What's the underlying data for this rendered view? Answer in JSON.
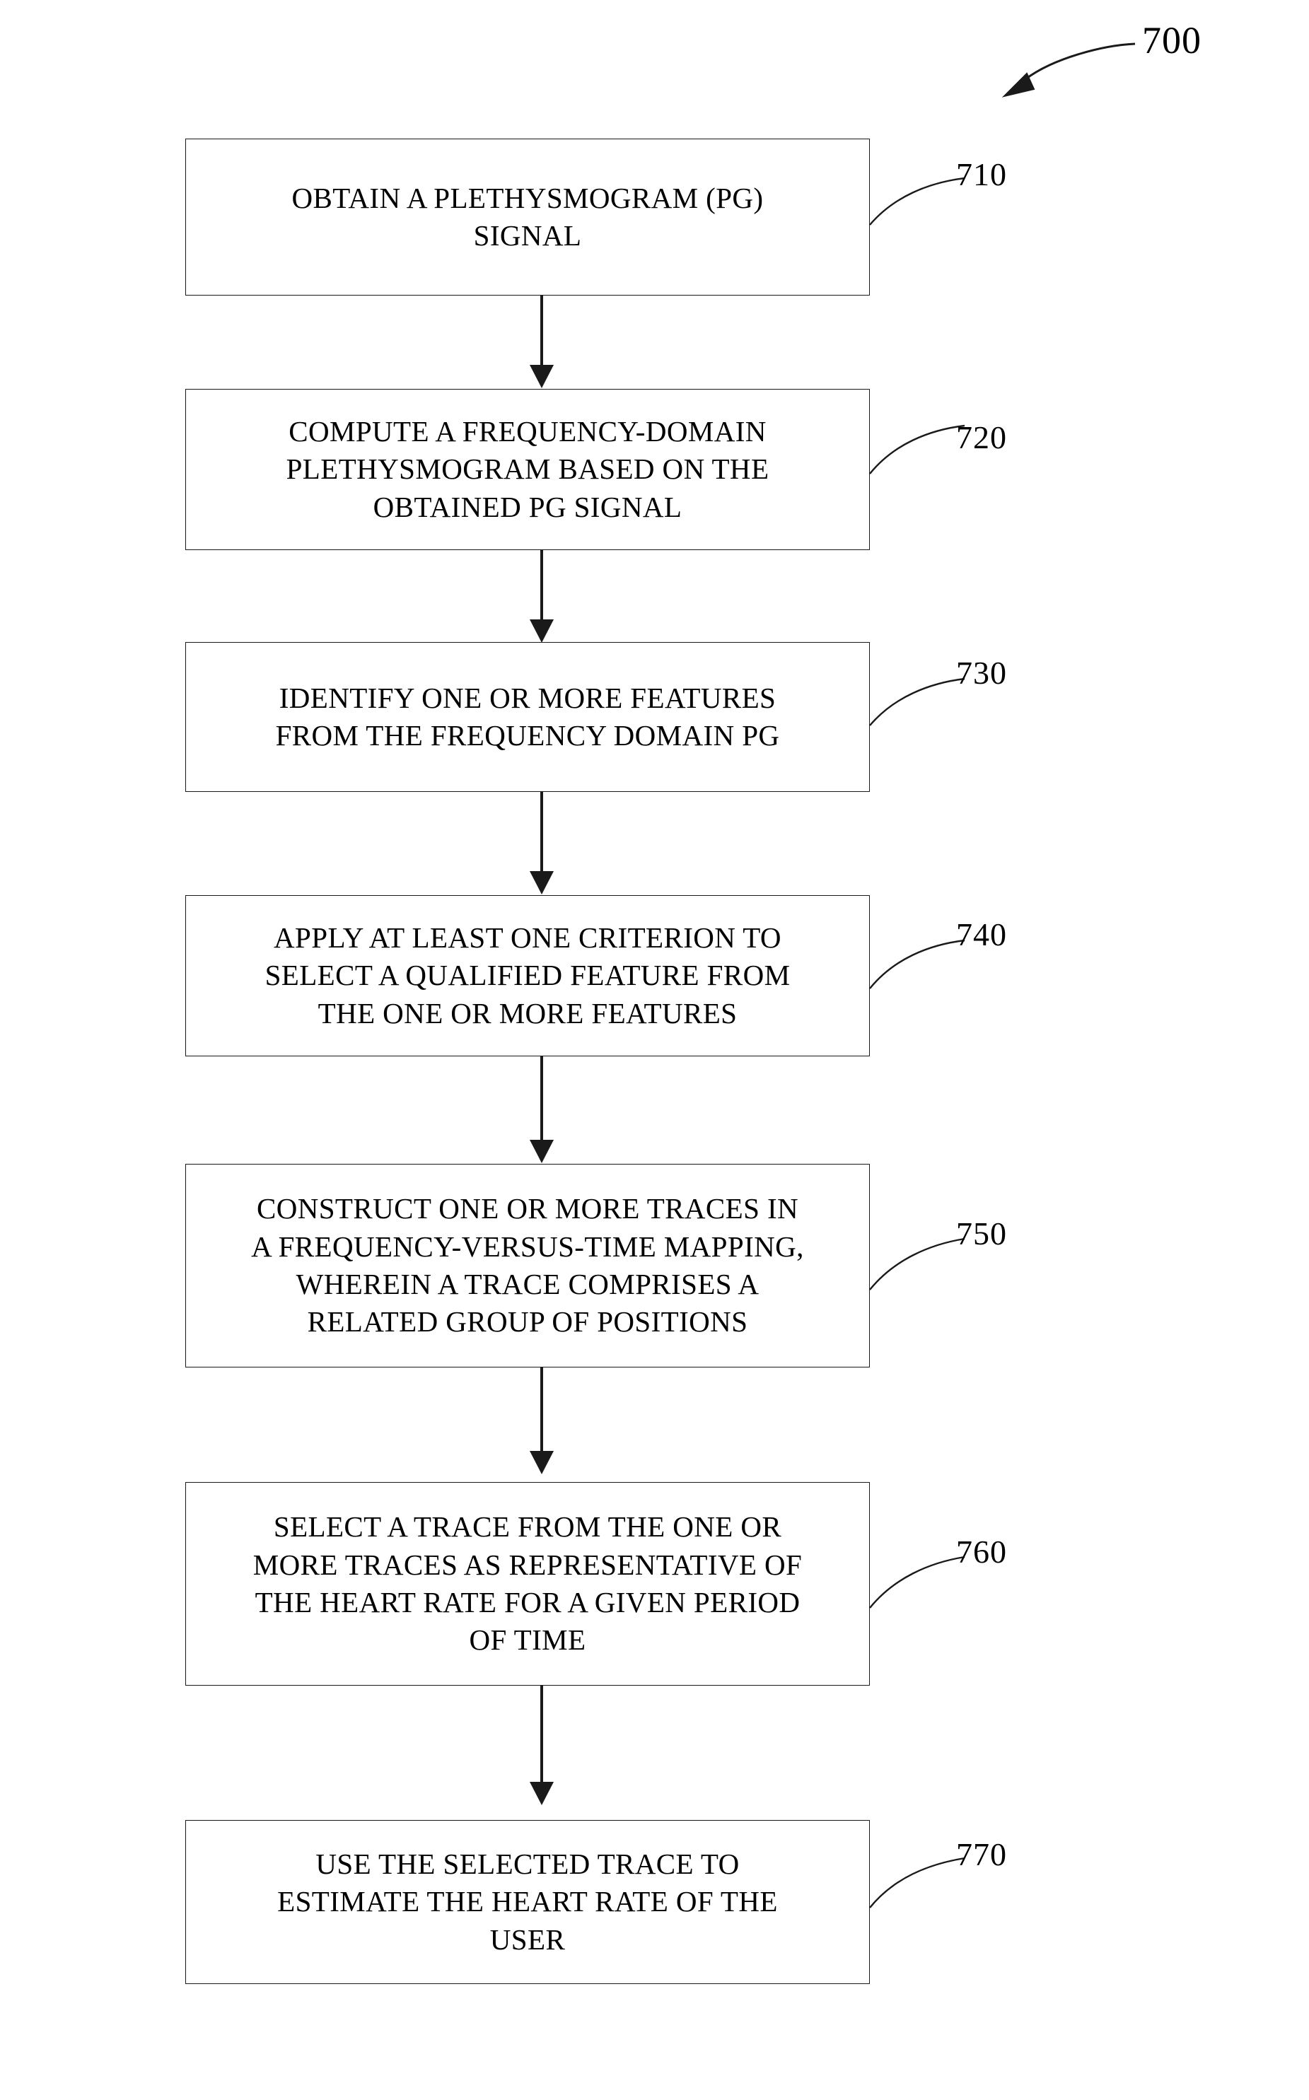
{
  "figure": {
    "number": "700",
    "number_icon": "curved-arrow-icon"
  },
  "flowchart": {
    "steps": [
      {
        "ref": "710",
        "text": "OBTAIN A PLETHYSMOGRAM (PG)\nSIGNAL",
        "lines": 2
      },
      {
        "ref": "720",
        "text": "COMPUTE A FREQUENCY-DOMAIN\nPLETHYSMOGRAM BASED ON THE\nOBTAINED PG SIGNAL",
        "lines": 3
      },
      {
        "ref": "730",
        "text": "IDENTIFY ONE OR MORE FEATURES\nFROM THE FREQUENCY DOMAIN PG",
        "lines": 2
      },
      {
        "ref": "740",
        "text": "APPLY AT LEAST ONE CRITERION TO\nSELECT A QUALIFIED FEATURE FROM\nTHE ONE OR MORE FEATURES",
        "lines": 3
      },
      {
        "ref": "750",
        "text": "CONSTRUCT ONE OR MORE TRACES IN\nA FREQUENCY-VERSUS-TIME MAPPING,\nWHEREIN A TRACE COMPRISES A\nRELATED GROUP OF POSITIONS",
        "lines": 4
      },
      {
        "ref": "760",
        "text": "SELECT A TRACE FROM THE ONE OR\nMORE TRACES AS REPRESENTATIVE OF\nTHE HEART RATE FOR A GIVEN PERIOD\nOF TIME",
        "lines": 4
      },
      {
        "ref": "770",
        "text": "USE THE SELECTED TRACE TO\nESTIMATE THE HEART RATE OF THE\nUSER",
        "lines": 3
      }
    ],
    "connector_icon": "down-arrow-icon"
  },
  "colors": {
    "stroke": "#1a1a1a",
    "background": "#ffffff",
    "text": "#000000"
  }
}
